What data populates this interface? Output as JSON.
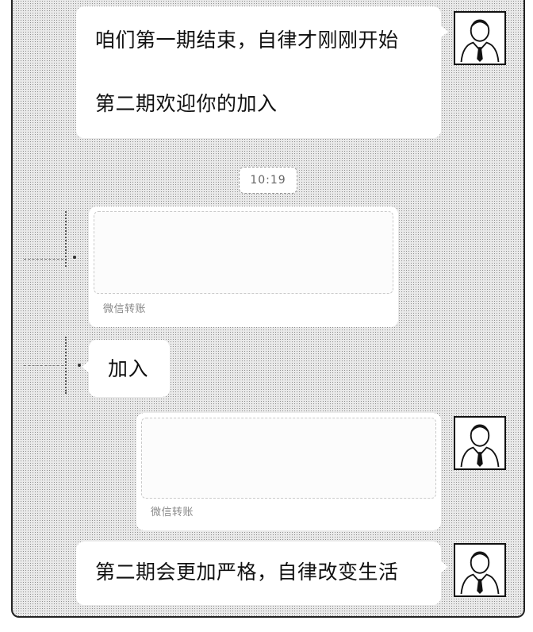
{
  "messages": [
    {
      "lines": [
        "咱们第一期结束，自律才刚刚开始",
        "第二期欢迎你的加入"
      ]
    },
    {
      "lines": [
        "加入"
      ]
    },
    {
      "lines": [
        "第二期会更加严格，自律改变生活"
      ]
    }
  ],
  "timestamp": "10:19",
  "cards": [
    {
      "label": "微信转账"
    },
    {
      "label": "微信转账"
    }
  ],
  "avatar_icon": "person-with-tie-icon",
  "colors": {
    "chat_bg": "#e9e9e9",
    "bubble": "#ffffff",
    "border": "#222222"
  }
}
